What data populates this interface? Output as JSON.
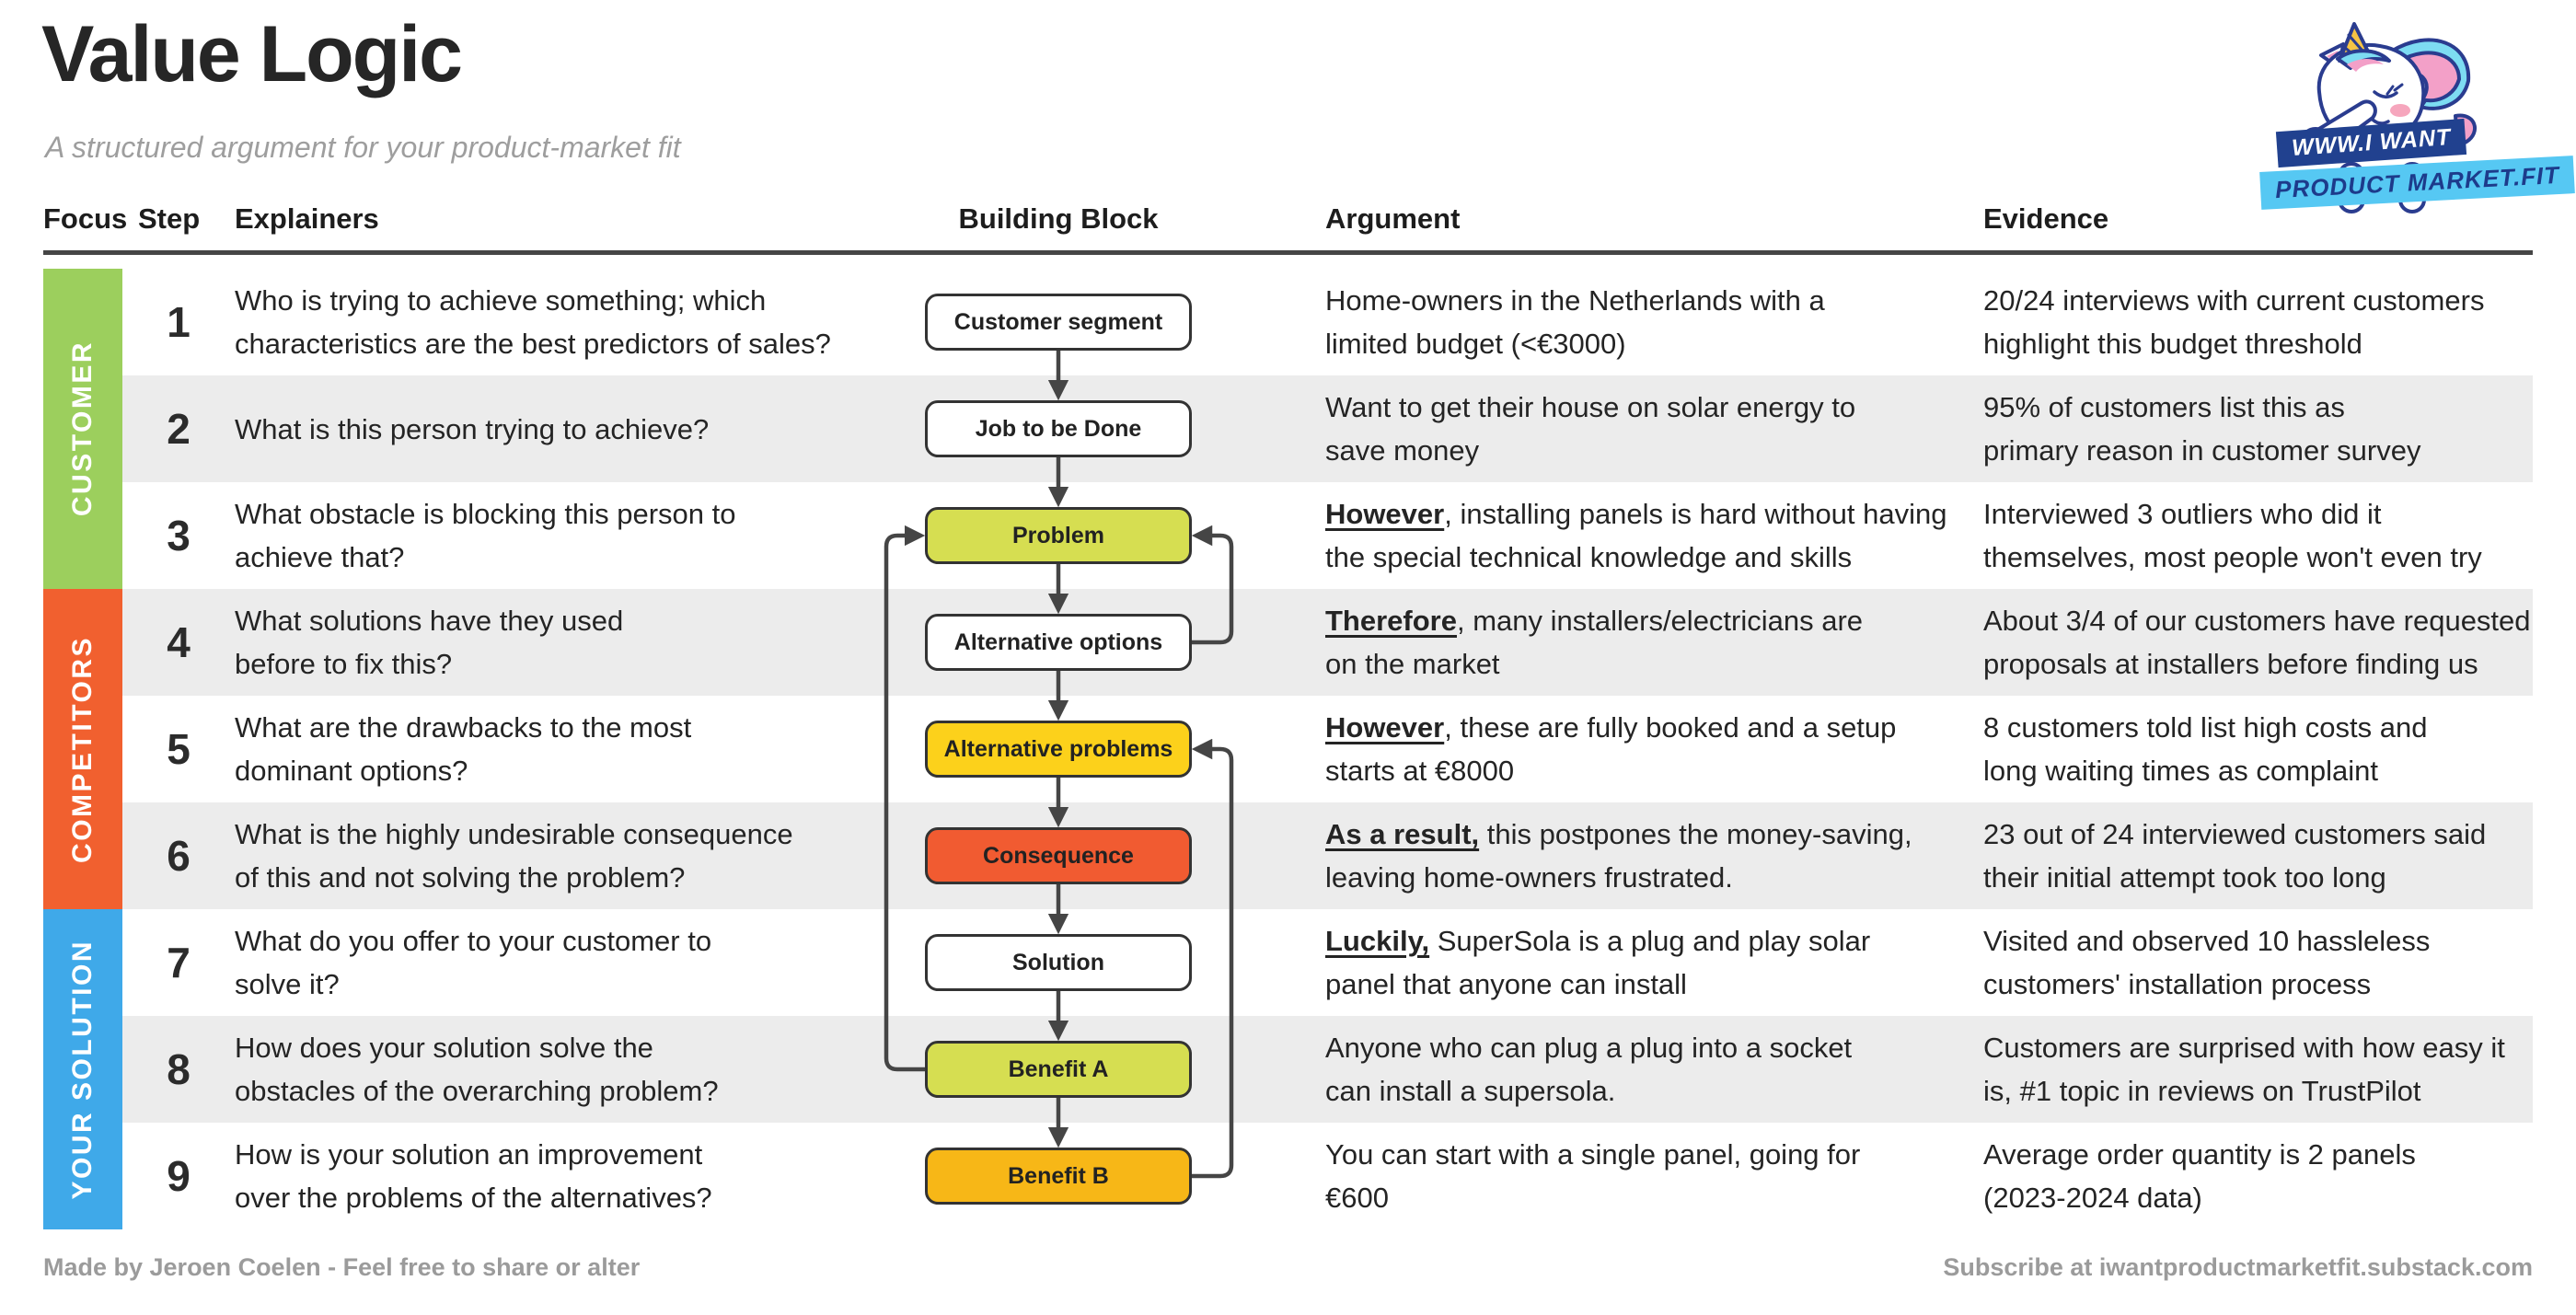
{
  "page": {
    "title": "Value Logic",
    "subtitle": "A structured argument for your product-market fit",
    "footer_left": "Made by Jeroen Coelen - Feel free to share or alter",
    "footer_right": "Subscribe at iwantproductmarketfit.substack.com"
  },
  "logo": {
    "ribbon_line1": "WWW.I WANT",
    "ribbon_line2": "PRODUCT MARKET.FIT",
    "ribbon1_color": "#21418F",
    "ribbon2_color": "#56C8F3",
    "mascot": "dabbing-unicorn"
  },
  "headers": {
    "focus": "Focus",
    "step": "Step",
    "explainers": "Explainers",
    "building_block": "Building Block",
    "argument": "Argument",
    "evidence": "Evidence"
  },
  "colors": {
    "stripe": "#ECECEC",
    "arrow": "#454545",
    "rule": "#454545"
  },
  "groups": [
    {
      "label": "CUSTOMER",
      "color": "#9CCF5D"
    },
    {
      "label": "COMPETITORS",
      "color": "#F1602F"
    },
    {
      "label": "YOUR SOLUTION",
      "color": "#3FA9E9"
    }
  ],
  "rows": [
    {
      "step": "1",
      "explainer": "Who is trying to achieve something; which\ncharacteristics are the best predictors of sales?",
      "block": {
        "label": "Customer segment",
        "color": "#FFFFFF"
      },
      "argument_lead": "",
      "argument": "Home-owners in the Netherlands with a\nlimited budget (<€3000)",
      "evidence": "20/24 interviews with current customers\nhighlight this budget threshold"
    },
    {
      "step": "2",
      "explainer": "What is this person trying to achieve?",
      "block": {
        "label": "Job to be Done",
        "color": "#FFFFFF"
      },
      "argument_lead": "",
      "argument": "Want to get their house on solar energy to\nsave money",
      "evidence": "95% of customers list this as\nprimary reason in customer survey"
    },
    {
      "step": "3",
      "explainer": "What obstacle is blocking this person to\nachieve that?",
      "block": {
        "label": "Problem",
        "color": "#D6DE51"
      },
      "argument_lead": "However",
      "argument": ", installing panels is hard without having\nthe special technical knowledge and skills",
      "evidence": "Interviewed 3 outliers who did it\nthemselves, most people won't even try"
    },
    {
      "step": "4",
      "explainer": "What solutions have they used\nbefore to fix this?",
      "block": {
        "label": "Alternative options",
        "color": "#FFFFFF"
      },
      "argument_lead": "Therefore",
      "argument": ", many installers/electricians are\non the market",
      "evidence": "About 3/4 of our customers have requested\nproposals at installers before finding us"
    },
    {
      "step": "5",
      "explainer": "What are the drawbacks to the most\ndominant options?",
      "block": {
        "label": "Alternative problems",
        "color": "#FCD11B"
      },
      "argument_lead": "However",
      "argument": ", these are fully booked and a setup\nstarts at €8000",
      "evidence": "8 customers told list high costs and\nlong waiting times as complaint"
    },
    {
      "step": "6",
      "explainer": "What is the highly undesirable consequence\nof this and not solving the problem?",
      "block": {
        "label": "Consequence",
        "color": "#F15B31"
      },
      "argument_lead": "As a result,",
      "argument": " this postpones the money-saving,\nleaving home-owners frustrated.",
      "evidence": "23 out of 24 interviewed customers said\ntheir initial attempt took too long"
    },
    {
      "step": "7",
      "explainer": "What do you offer to your customer to\nsolve it?",
      "block": {
        "label": "Solution",
        "color": "#FFFFFF"
      },
      "argument_lead": "Luckily,",
      "argument": " SuperSola is a plug and play solar\npanel that anyone can install",
      "evidence": "Visited and observed 10 hassleless\ncustomers' installation process"
    },
    {
      "step": "8",
      "explainer": "How does your solution solve the\nobstacles of the overarching problem?",
      "block": {
        "label": "Benefit A",
        "color": "#D6DE51"
      },
      "argument_lead": "",
      "argument": "Anyone who can plug a plug into a socket\ncan install a supersola.",
      "evidence": "Customers are surprised with how easy it\nis, #1 topic in reviews on TrustPilot"
    },
    {
      "step": "9",
      "explainer": "How is your solution an improvement\nover the problems of the alternatives?",
      "block": {
        "label": "Benefit B",
        "color": "#F7B717"
      },
      "argument_lead": "",
      "argument": "You can start with a single panel, going for\n€600",
      "evidence": "Average order quantity is 2 panels\n(2023-2024 data)"
    }
  ]
}
